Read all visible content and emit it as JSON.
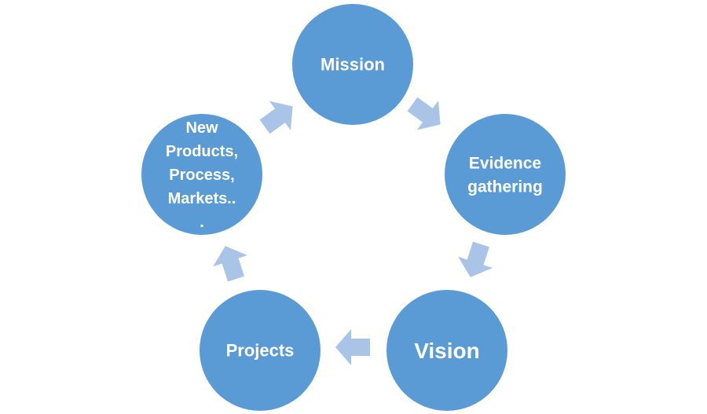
{
  "diagram": {
    "type": "cycle",
    "colors": {
      "node_fill": "#5b9bd5",
      "arrow_fill": "#a9c4e6",
      "text": "#ffffff",
      "background": "#ffffff"
    },
    "nodes": [
      {
        "id": "mission",
        "lines": [
          "Mission"
        ]
      },
      {
        "id": "evidence",
        "lines": [
          "Evidence",
          "gathering"
        ]
      },
      {
        "id": "vision",
        "lines": [
          "Vision"
        ]
      },
      {
        "id": "projects",
        "lines": [
          "Projects"
        ]
      },
      {
        "id": "new-products",
        "lines": [
          "New",
          "Products,",
          "Process,",
          "Markets..",
          "."
        ]
      }
    ],
    "arrows": [
      {
        "from": "mission",
        "to": "evidence"
      },
      {
        "from": "evidence",
        "to": "vision"
      },
      {
        "from": "vision",
        "to": "projects"
      },
      {
        "from": "projects",
        "to": "new-products"
      },
      {
        "from": "new-products",
        "to": "mission"
      }
    ]
  }
}
